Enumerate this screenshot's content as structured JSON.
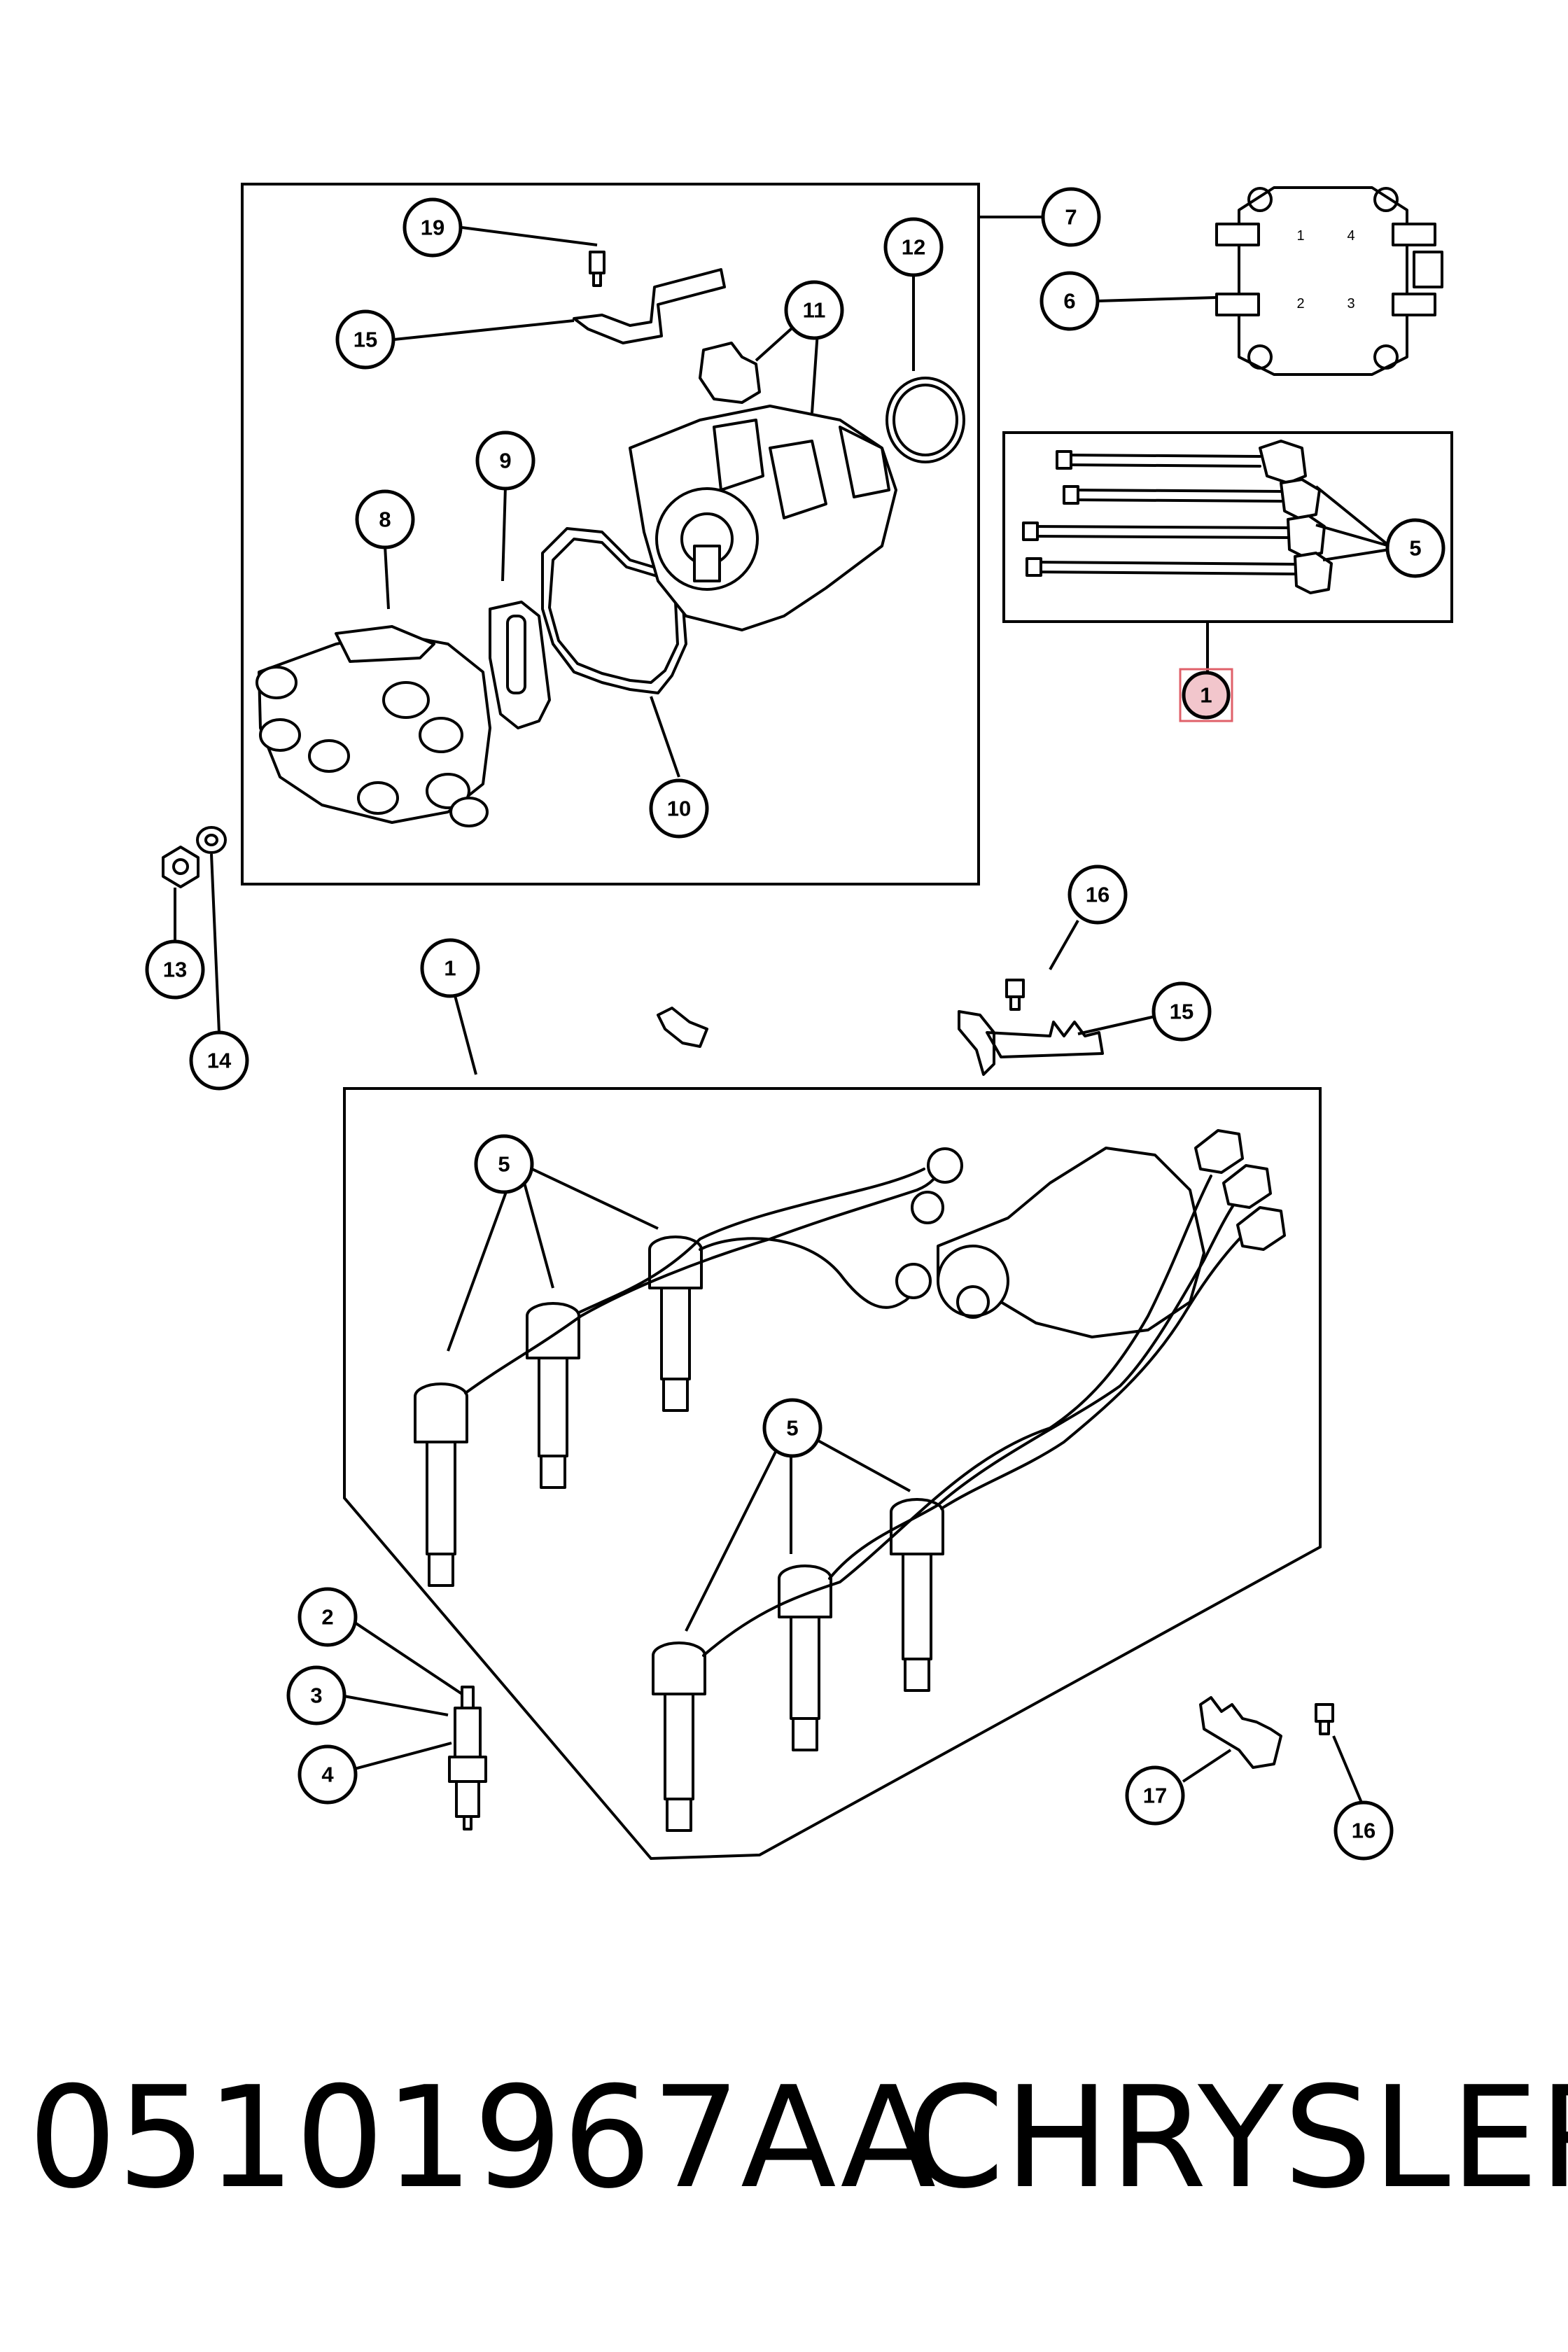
{
  "footer": {
    "part_number": "05101967AA",
    "brand": "CHRYSLER"
  },
  "callouts": {
    "c19": "19",
    "c15a": "15",
    "c12": "12",
    "c11": "11",
    "c7": "7",
    "c6": "6",
    "c9": "9",
    "c8": "8",
    "c10": "10",
    "c5a": "5",
    "c1a": "1",
    "c13": "13",
    "c14": "14",
    "c16a": "16",
    "c1b": "1",
    "c15b": "15",
    "c5b": "5",
    "c5c": "5",
    "c2": "2",
    "c3": "3",
    "c4": "4",
    "c17": "17",
    "c16b": "16"
  },
  "coil_labels": {
    "t1": "1",
    "t4": "4",
    "t2": "2",
    "t3": "3"
  },
  "colors": {
    "line": "#000000",
    "highlight": "#f2c6cc",
    "highlight_border": "#e0606a"
  }
}
